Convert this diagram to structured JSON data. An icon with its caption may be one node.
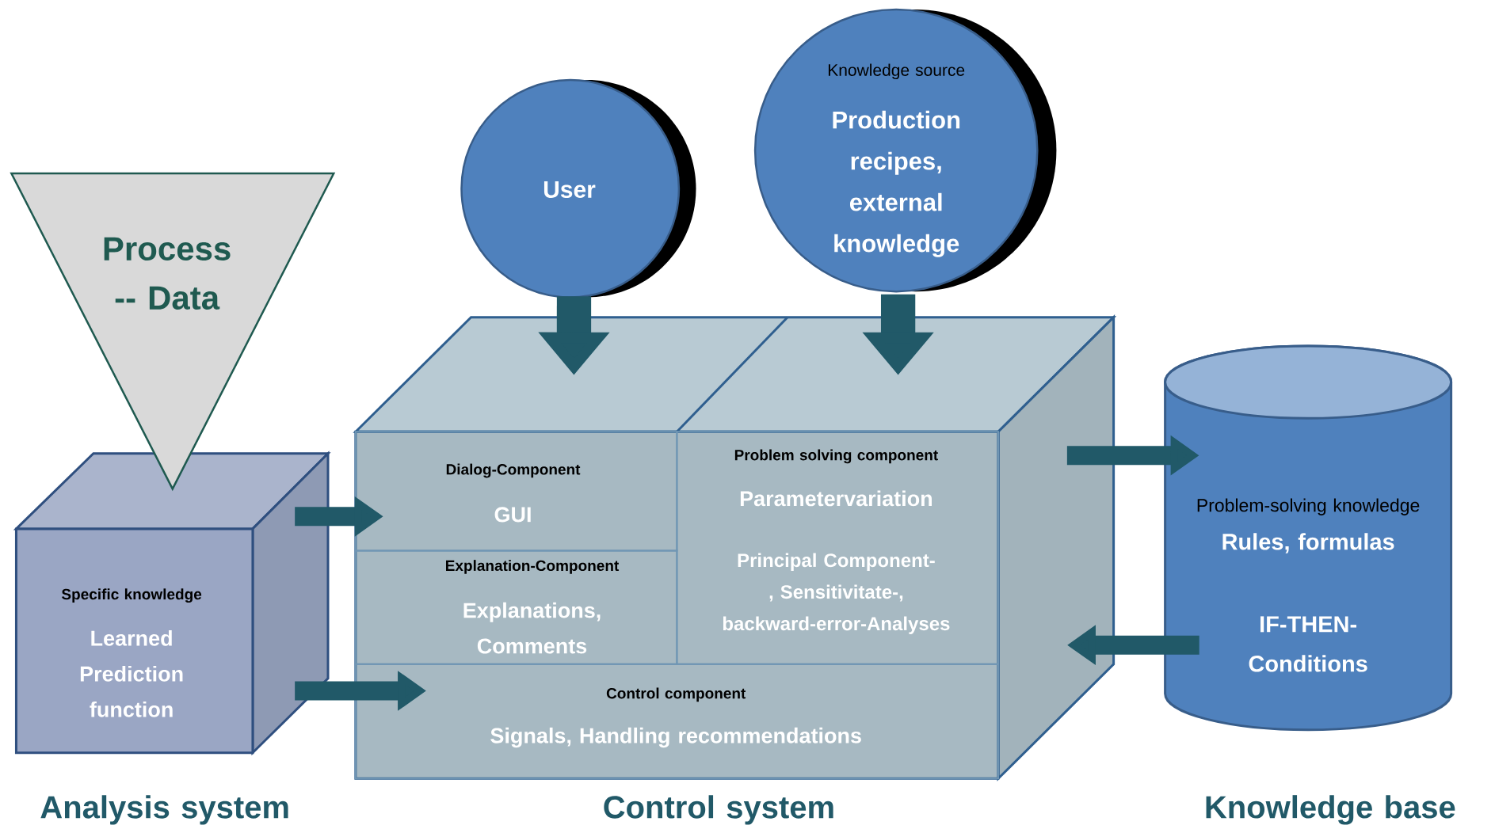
{
  "diagram": {
    "nodes": [
      {
        "text": [
          "Process -- Data"
        ]
      },
      {
        "text": [
          "Specific knowledge",
          "Learned Prediction function"
        ],
        "beside": [
          "Analysis system"
        ]
      },
      {
        "text": [],
        "shape": "box",
        "beside": [
          "Control system"
        ]
      },
      {
        "text": [
          "Dialog-Component",
          "GUI"
        ],
        "in": 2
      },
      {
        "text": [
          "Explanation-Component",
          "Explanations, Comments"
        ],
        "in": 2
      },
      {
        "text": [
          "Problem solving component",
          "Parametervariation",
          "Principal Component-, Sensitivitate-, backward-error-Analyses"
        ],
        "in": 2
      },
      {
        "text": [
          "Control component",
          "Signals, Handling recommendations"
        ],
        "in": 2
      },
      {
        "text": [
          "User"
        ]
      },
      {
        "text": [
          "Knowledge source",
          "Production recipes, external knowledge"
        ]
      },
      {
        "text": [
          "Problem-solving knowledge",
          "Rules, formulas",
          "IF-THEN-Conditions"
        ],
        "beside": [
          "Knowledge base"
        ]
      }
    ],
    "edges": [
      {
        "from": 1,
        "to": 3,
        "arrow": "to"
      },
      {
        "from": 1,
        "to": 6,
        "arrow": "to"
      },
      {
        "from": 7,
        "to": 2,
        "arrow": "to"
      },
      {
        "from": 8,
        "to": 2,
        "arrow": "to"
      },
      {
        "from": 2,
        "to": 9,
        "arrow": "to"
      },
      {
        "from": 9,
        "to": 2,
        "arrow": "to"
      }
    ]
  }
}
